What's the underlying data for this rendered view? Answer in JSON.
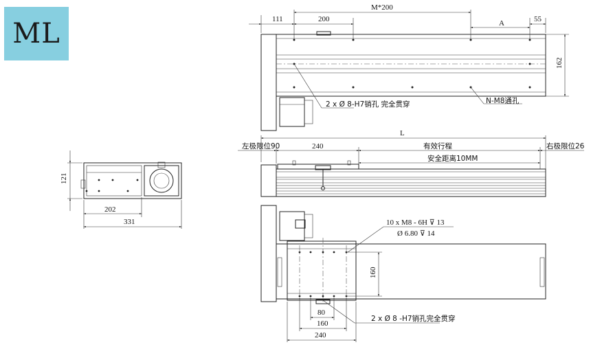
{
  "badge": {
    "label": "ML",
    "color": "#87cfe0"
  },
  "side_view": {
    "height_label": "121",
    "width_202": "202",
    "width_331": "331"
  },
  "top_view": {
    "dim_111": "111",
    "dim_200": "200",
    "dim_m200": "M*200",
    "dim_a": "A",
    "dim_55": "55",
    "dim_162": "162",
    "note_pin": "2 x Ø 8-H7销孔 完全贯穿",
    "note_thru": "N-M8通孔"
  },
  "front_view": {
    "dim_l": "L",
    "left_limit": "左极限位90",
    "dim_240": "240",
    "stroke": "有效行程",
    "right_limit": "右极限位26",
    "safety": "安全距离10MM"
  },
  "bottom_view": {
    "note_tap1": "10 x  M8 - 6H ⊽ 13",
    "note_tap2": "Ø 6.80 ⊽ 14",
    "dim_160v": "160",
    "dim_80": "80",
    "dim_160": "160",
    "dim_240": "240",
    "note_pin": "2 x Ø 8 -H7销孔完全贯穿"
  }
}
